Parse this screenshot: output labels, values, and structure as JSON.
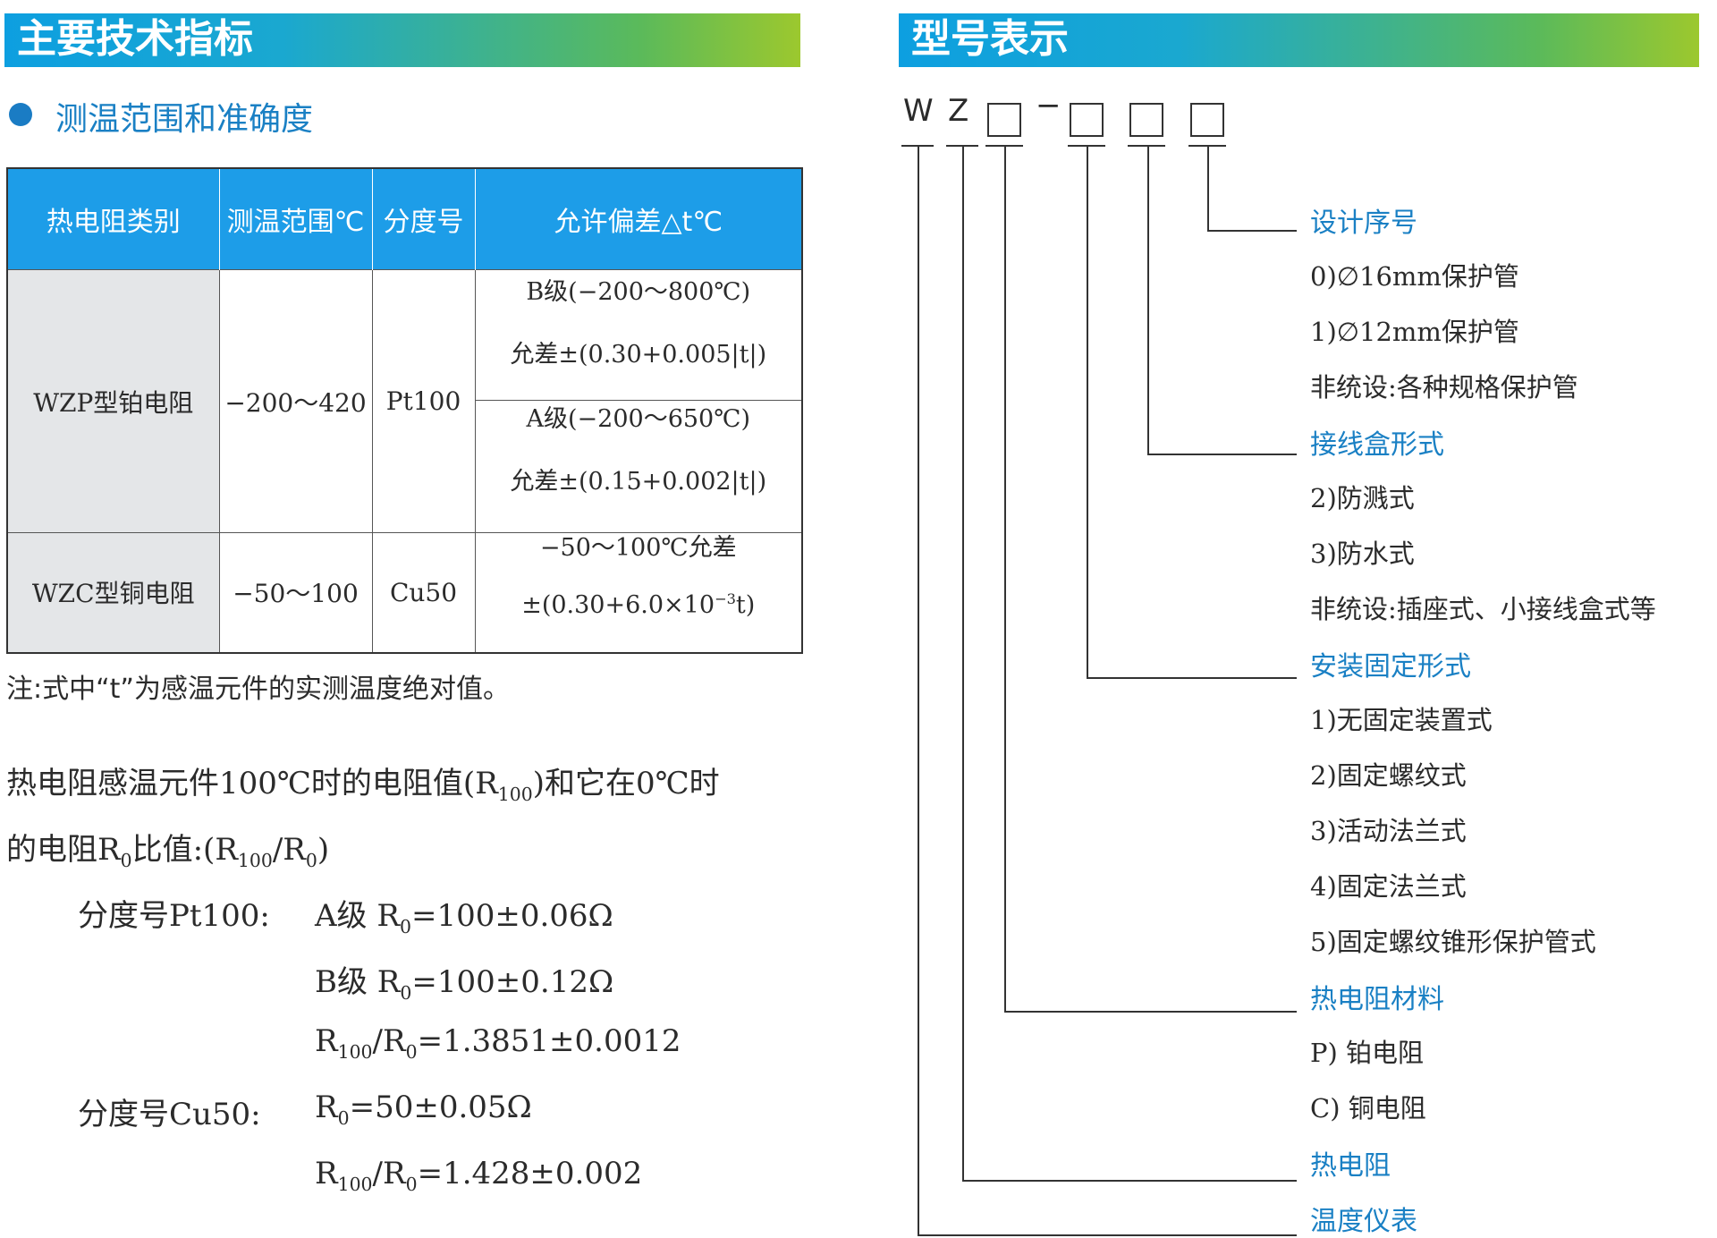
{
  "left_title": "主要技术指标",
  "right_title": "型号表示",
  "section_title": "测温范围和准确度",
  "table": {
    "headers": [
      "热电阻类别",
      "测温范围℃",
      "分度号",
      "允许偏差△t℃"
    ],
    "row1": {
      "category": "WZP型铂电阻",
      "range": "−200～420",
      "index": "Pt100",
      "tol_b_grade": "B级(−200～800℃)",
      "tol_b_val": "允差±(0.30+0.005|t|)",
      "tol_a_grade": "A级(−200～650℃)",
      "tol_a_val": "允差±(0.15+0.002|t|)"
    },
    "row2": {
      "category": "WZC型铜电阻",
      "range": "−50～100",
      "index": "Cu50",
      "tol_line1": "−50～100℃允差",
      "tol_line2_pre": "±(0.30+6.0×10",
      "tol_line2_exp": "−3",
      "tol_line2_post": "t)"
    }
  },
  "note": "注:式中“t”为感温元件的实测温度绝对值。",
  "paragraph": {
    "line1_pre": "热电阻感温元件100℃时的电阻值(R",
    "line1_sub": "100",
    "line1_post": ")和它在0℃时",
    "line2_pre": "的电阻R",
    "line2_sub": "0",
    "line2_mid": "比值:(R",
    "line2_sub2": "100",
    "line2_slash": "/R",
    "line2_sub3": "0",
    "line2_end": ")"
  },
  "formulas": {
    "pt_label": "分度号Pt100:",
    "pt_a_pre": "A级 R",
    "pt_a_sub": "0",
    "pt_a_post": "=100±0.06Ω",
    "pt_b_pre": "B级 R",
    "pt_b_sub": "0",
    "pt_b_post": "=100±0.12Ω",
    "pt_ratio_r": "R",
    "pt_ratio_sub1": "100",
    "pt_ratio_slash": "/R",
    "pt_ratio_sub2": "0",
    "pt_ratio_post": "=1.3851±0.0012",
    "cu_label": "分度号Cu50:",
    "cu_r_pre": "R",
    "cu_r_sub": "0",
    "cu_r_post": "=50±0.05Ω",
    "cu_ratio_r": "R",
    "cu_ratio_sub1": "100",
    "cu_ratio_slash": "/R",
    "cu_ratio_sub2": "0",
    "cu_ratio_post": "=1.428±0.002"
  },
  "model": {
    "w": "W",
    "z": "Z",
    "dash": "−",
    "legend": [
      {
        "text": "设计序号",
        "head": true
      },
      {
        "text": "0)∅16mm保护管",
        "head": false
      },
      {
        "text": "1)∅12mm保护管",
        "head": false
      },
      {
        "text": "非统设:各种规格保护管",
        "head": false
      },
      {
        "text": "接线盒形式",
        "head": true
      },
      {
        "text": "2)防溅式",
        "head": false
      },
      {
        "text": "3)防水式",
        "head": false
      },
      {
        "text": "非统设:插座式、小接线盒式等",
        "head": false
      },
      {
        "text": "安装固定形式",
        "head": true
      },
      {
        "text": "1)无固定装置式",
        "head": false
      },
      {
        "text": "2)固定螺纹式",
        "head": false
      },
      {
        "text": "3)活动法兰式",
        "head": false
      },
      {
        "text": "4)固定法兰式",
        "head": false
      },
      {
        "text": "5)固定螺纹锥形保护管式",
        "head": false
      },
      {
        "text": "热电阻材料",
        "head": true
      },
      {
        "text": "P) 铂电阻",
        "head": false
      },
      {
        "text": "C) 铜电阻",
        "head": false
      },
      {
        "text": "热电阻",
        "head": true
      },
      {
        "text": "温度仪表",
        "head": true
      }
    ]
  }
}
